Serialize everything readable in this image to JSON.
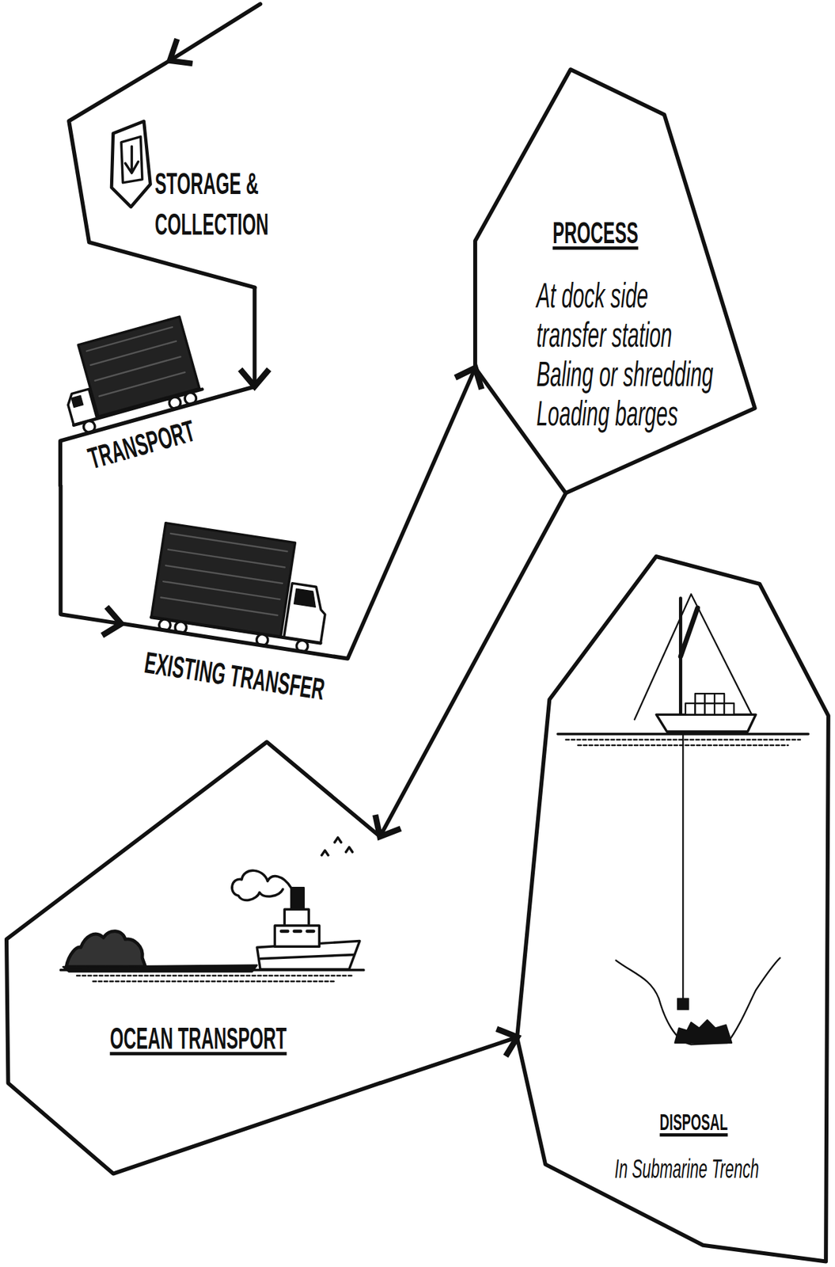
{
  "diagram": {
    "nodes": [
      {
        "text": [
          "STORAGE & COLLECTION"
        ]
      },
      {
        "text": [
          "TRANSPORT"
        ]
      },
      {
        "text": [
          "EXISTING TRANSFER"
        ]
      },
      {
        "text": [
          "PROCESS",
          "At dock side transfer station Baling or shredding Loading barges"
        ]
      },
      {
        "text": [
          "OCEAN TRANSPORT"
        ]
      },
      {
        "text": [
          "DISPOSAL",
          "In Submarine Trench"
        ]
      }
    ],
    "edges": [
      {
        "from": 0,
        "to": 1,
        "arrow": "to"
      },
      {
        "from": 1,
        "to": 2,
        "arrow": "to"
      },
      {
        "from": 2,
        "to": 3,
        "arrow": "to"
      },
      {
        "from": 3,
        "to": 4,
        "arrow": "to"
      },
      {
        "from": 4,
        "to": 5,
        "arrow": "to"
      }
    ]
  }
}
